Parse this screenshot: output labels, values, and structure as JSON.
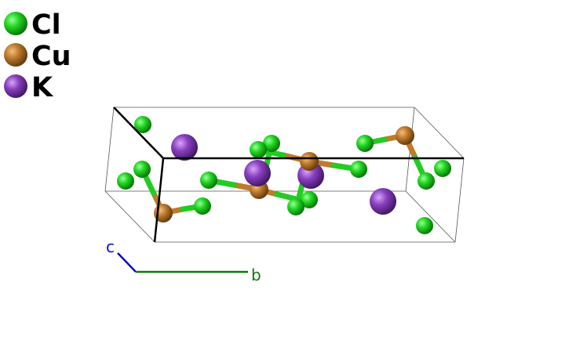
{
  "legend": [
    {
      "label": "Cl",
      "color": "#1fd11f"
    },
    {
      "label": "Cu",
      "color": "#c07a2c"
    },
    {
      "label": "K",
      "color": "#8a3fc0"
    }
  ],
  "axes": {
    "c_label": "c",
    "c_color": "#0a0ad0",
    "b_label": "b",
    "b_color": "#0a7a0a"
  },
  "colors": {
    "bond_cl": "#22cc22",
    "bond_cu": "#c07a2c",
    "cell_thin": "#555555",
    "cell_thick": "#000000"
  }
}
